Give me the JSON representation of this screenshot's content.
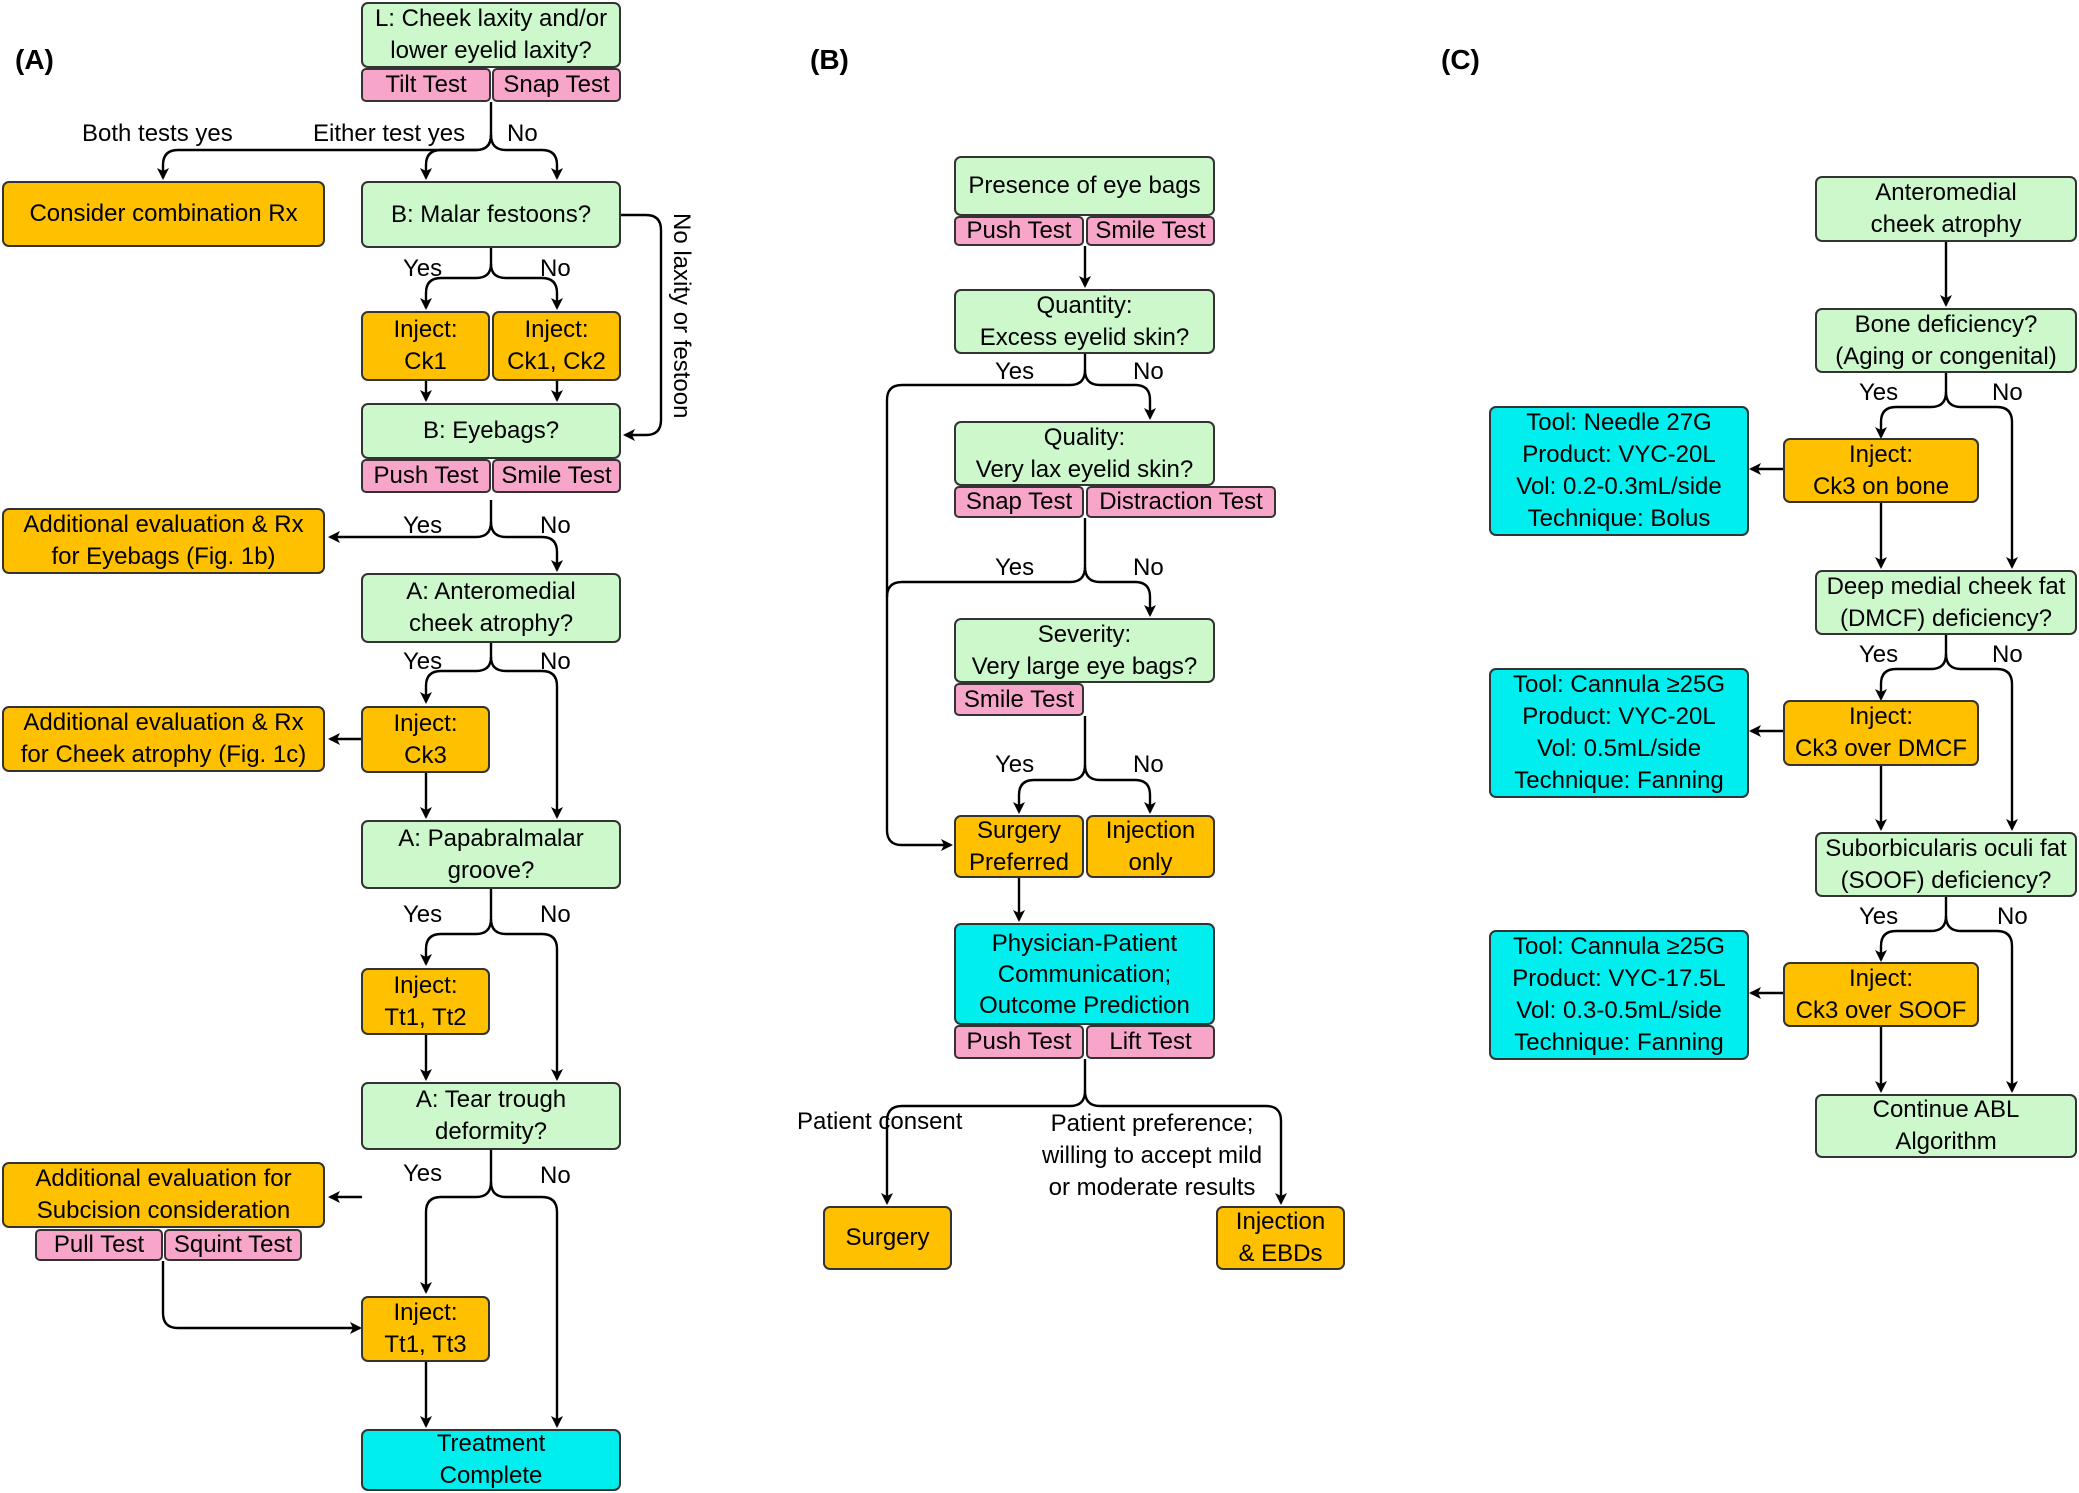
{
  "panels": {
    "a": "(A)",
    "b": "(B)",
    "c": "(C)"
  },
  "a": {
    "q_laxity": "L: Cheek laxity and/or\nlower eyelid laxity?",
    "tilt_test": "Tilt Test",
    "snap_test": "Snap Test",
    "both_yes": "Both tests yes",
    "either_yes": "Either test yes",
    "no1": "No",
    "combination": "Consider combination Rx",
    "q_festoons": "B: Malar festoons?",
    "no_laxity": "No laxity or festoon",
    "yes2": "Yes",
    "no2": "No",
    "inj_ck1": "Inject:\nCk1",
    "inj_ck1ck2": "Inject:\nCk1, Ck2",
    "q_eyebags": "B: Eyebags?",
    "push_test": "Push Test",
    "smile_test": "Smile Test",
    "yes3": "Yes",
    "no3": "No",
    "eval_eyebags": "Additional evaluation & Rx\nfor Eyebags (Fig. 1b)",
    "q_atrophy": "A: Anteromedial\ncheek atrophy?",
    "yes4": "Yes",
    "no4": "No",
    "eval_atrophy": "Additional evaluation & Rx\nfor Cheek atrophy (Fig. 1c)",
    "inj_ck3": "Inject:\nCk3",
    "q_groove": "A: Papabralmalar\ngroove?",
    "yes5": "Yes",
    "no5": "No",
    "inj_tt1tt2": "Inject:\nTt1, Tt2",
    "q_tear": "A: Tear trough\ndeformity?",
    "yes6": "Yes",
    "no6": "No",
    "eval_subcision": "Additional evaluation for\nSubcision consideration",
    "pull_test": "Pull Test",
    "squint_test": "Squint Test",
    "inj_tt1tt3": "Inject:\nTt1, Tt3",
    "complete": "Treatment\nComplete"
  },
  "b": {
    "q_presence": "Presence of eye bags",
    "push_test": "Push Test",
    "smile_test": "Smile Test",
    "q_quantity": "Quantity:\nExcess eyelid skin?",
    "yes1": "Yes",
    "no1": "No",
    "q_quality": "Quality:\nVery lax eyelid skin?",
    "snap_test": "Snap Test",
    "distraction_test": "Distraction Test",
    "yes2": "Yes",
    "no2": "No",
    "q_severity": "Severity:\nVery large eye bags?",
    "smile_test2": "Smile Test",
    "yes3": "Yes",
    "no3": "No",
    "surgery_pref": "Surgery\nPreferred",
    "injection_only": "Injection\nonly",
    "communication": "Physician-Patient\nCommunication;\nOutcome Prediction",
    "push_test2": "Push Test",
    "lift_test": "Lift Test",
    "patient_consent": "Patient consent",
    "patient_pref": "Patient preference;\nwilling to accept mild\nor moderate results",
    "surgery": "Surgery",
    "injection_ebds": "Injection\n& EBDs"
  },
  "c": {
    "atrophy": "Anteromedial\ncheek atrophy",
    "q_bone": "Bone deficiency?\n(Aging or congenital)",
    "yes1": "Yes",
    "no1": "No",
    "tool1": "Tool: Needle 27G\nProduct: VYC-20L\nVol: 0.2-0.3mL/side\nTechnique: Bolus",
    "inj1": "Inject:\nCk3 on bone",
    "q_dmcf": "Deep medial cheek fat\n(DMCF) deficiency?",
    "yes2": "Yes",
    "no2": "No",
    "tool2": "Tool: Cannula ≥25G\nProduct: VYC-20L\nVol: 0.5mL/side\nTechnique: Fanning",
    "inj2": "Inject:\nCk3 over DMCF",
    "q_soof": "Suborbicularis oculi fat\n(SOOF) deficiency?",
    "yes3": "Yes",
    "no3": "No",
    "tool3": "Tool: Cannula ≥25G\nProduct: VYC-17.5L\nVol: 0.3-0.5mL/side\nTechnique: Fanning",
    "inj3": "Inject:\nCk3 over SOOF",
    "continue": "Continue ABL\nAlgorithm"
  },
  "colors": {
    "question": "#ccf8cc",
    "action": "#ffc000",
    "outcome": "#00eeee",
    "test": "#f7a6c9"
  }
}
